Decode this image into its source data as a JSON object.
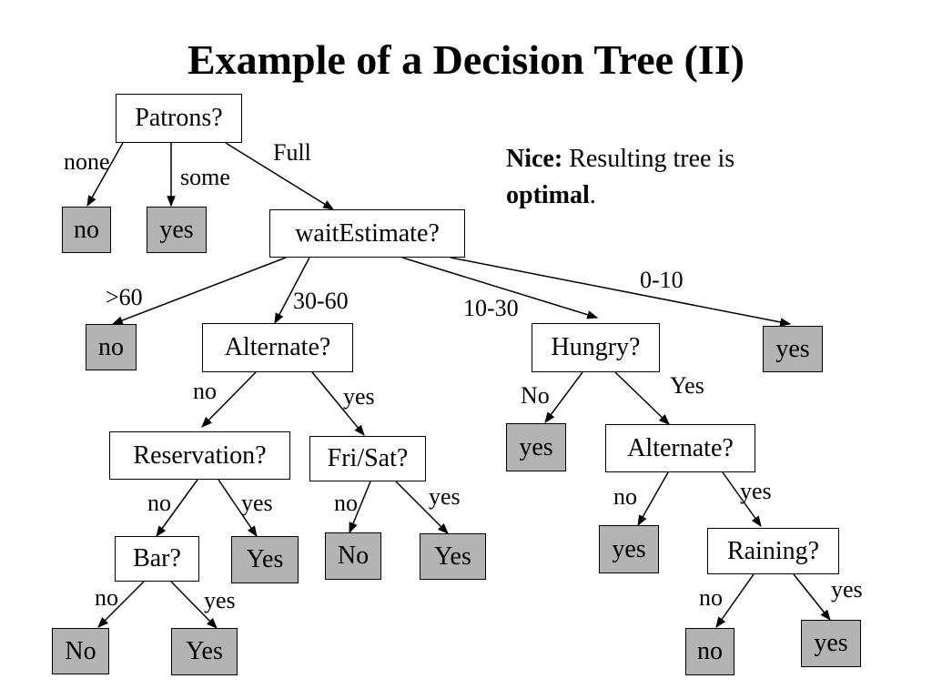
{
  "title": "Example of a Decision Tree (II)",
  "note": {
    "label": "Nice:",
    "text_a": " Resulting tree is ",
    "emph": "optimal",
    "text_b": "."
  },
  "colors": {
    "leaf_fill": "#b3b3b3",
    "node_fill": "#ffffff",
    "line": "#000000"
  },
  "nodes": {
    "patrons": "Patrons?",
    "leaf_no_1": "no",
    "leaf_yes_1": "yes",
    "wait": "waitEstimate?",
    "leaf_no_2": "no",
    "alt1": "Alternate?",
    "hungry": "Hungry?",
    "leaf_yes_2": "yes",
    "reserv": "Reservation?",
    "frisat": "Fri/Sat?",
    "leaf_yes_3": "yes",
    "alt2": "Alternate?",
    "bar": "Bar?",
    "leaf_Yes_4": "Yes",
    "leaf_No_5": "No",
    "leaf_Yes_5": "Yes",
    "leaf_yes_6": "yes",
    "raining": "Raining?",
    "leaf_No_7": "No",
    "leaf_Yes_7": "Yes",
    "leaf_no_8": "no",
    "leaf_yes_8": "yes"
  },
  "edges": {
    "patrons_none": "none",
    "patrons_some": "some",
    "patrons_full": "Full",
    "wait_gt60": ">60",
    "wait_30_60": "30-60",
    "wait_10_30": "10-30",
    "wait_0_10": "0-10",
    "alt1_no": "no",
    "alt1_yes": "yes",
    "hungry_no": "No",
    "hungry_yes": "Yes",
    "reserv_no": "no",
    "reserv_yes": "yes",
    "frisat_no": "no",
    "frisat_yes": "yes",
    "alt2_no": "no",
    "alt2_yes": "yes",
    "bar_no": "no",
    "bar_yes": "yes",
    "raining_no": "no",
    "raining_yes": "yes"
  }
}
